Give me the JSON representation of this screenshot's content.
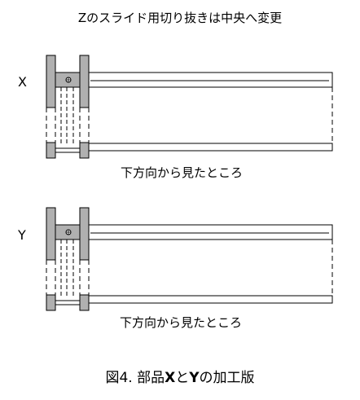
{
  "title": "Zのスライド用切り抜きは中央へ変更",
  "part_x": {
    "label": "X",
    "caption": "下方向から見たところ"
  },
  "part_y": {
    "label": "Y",
    "caption": "下方向から見たところ"
  },
  "figure_caption": {
    "prefix": "図4. 部品",
    "part_x_name": "X",
    "conjunction": "と",
    "part_y_name": "Y",
    "suffix": "の加工版"
  },
  "colors": {
    "frame_fill": "#b0b0b0",
    "outline": "#000000",
    "background": "#ffffff"
  }
}
